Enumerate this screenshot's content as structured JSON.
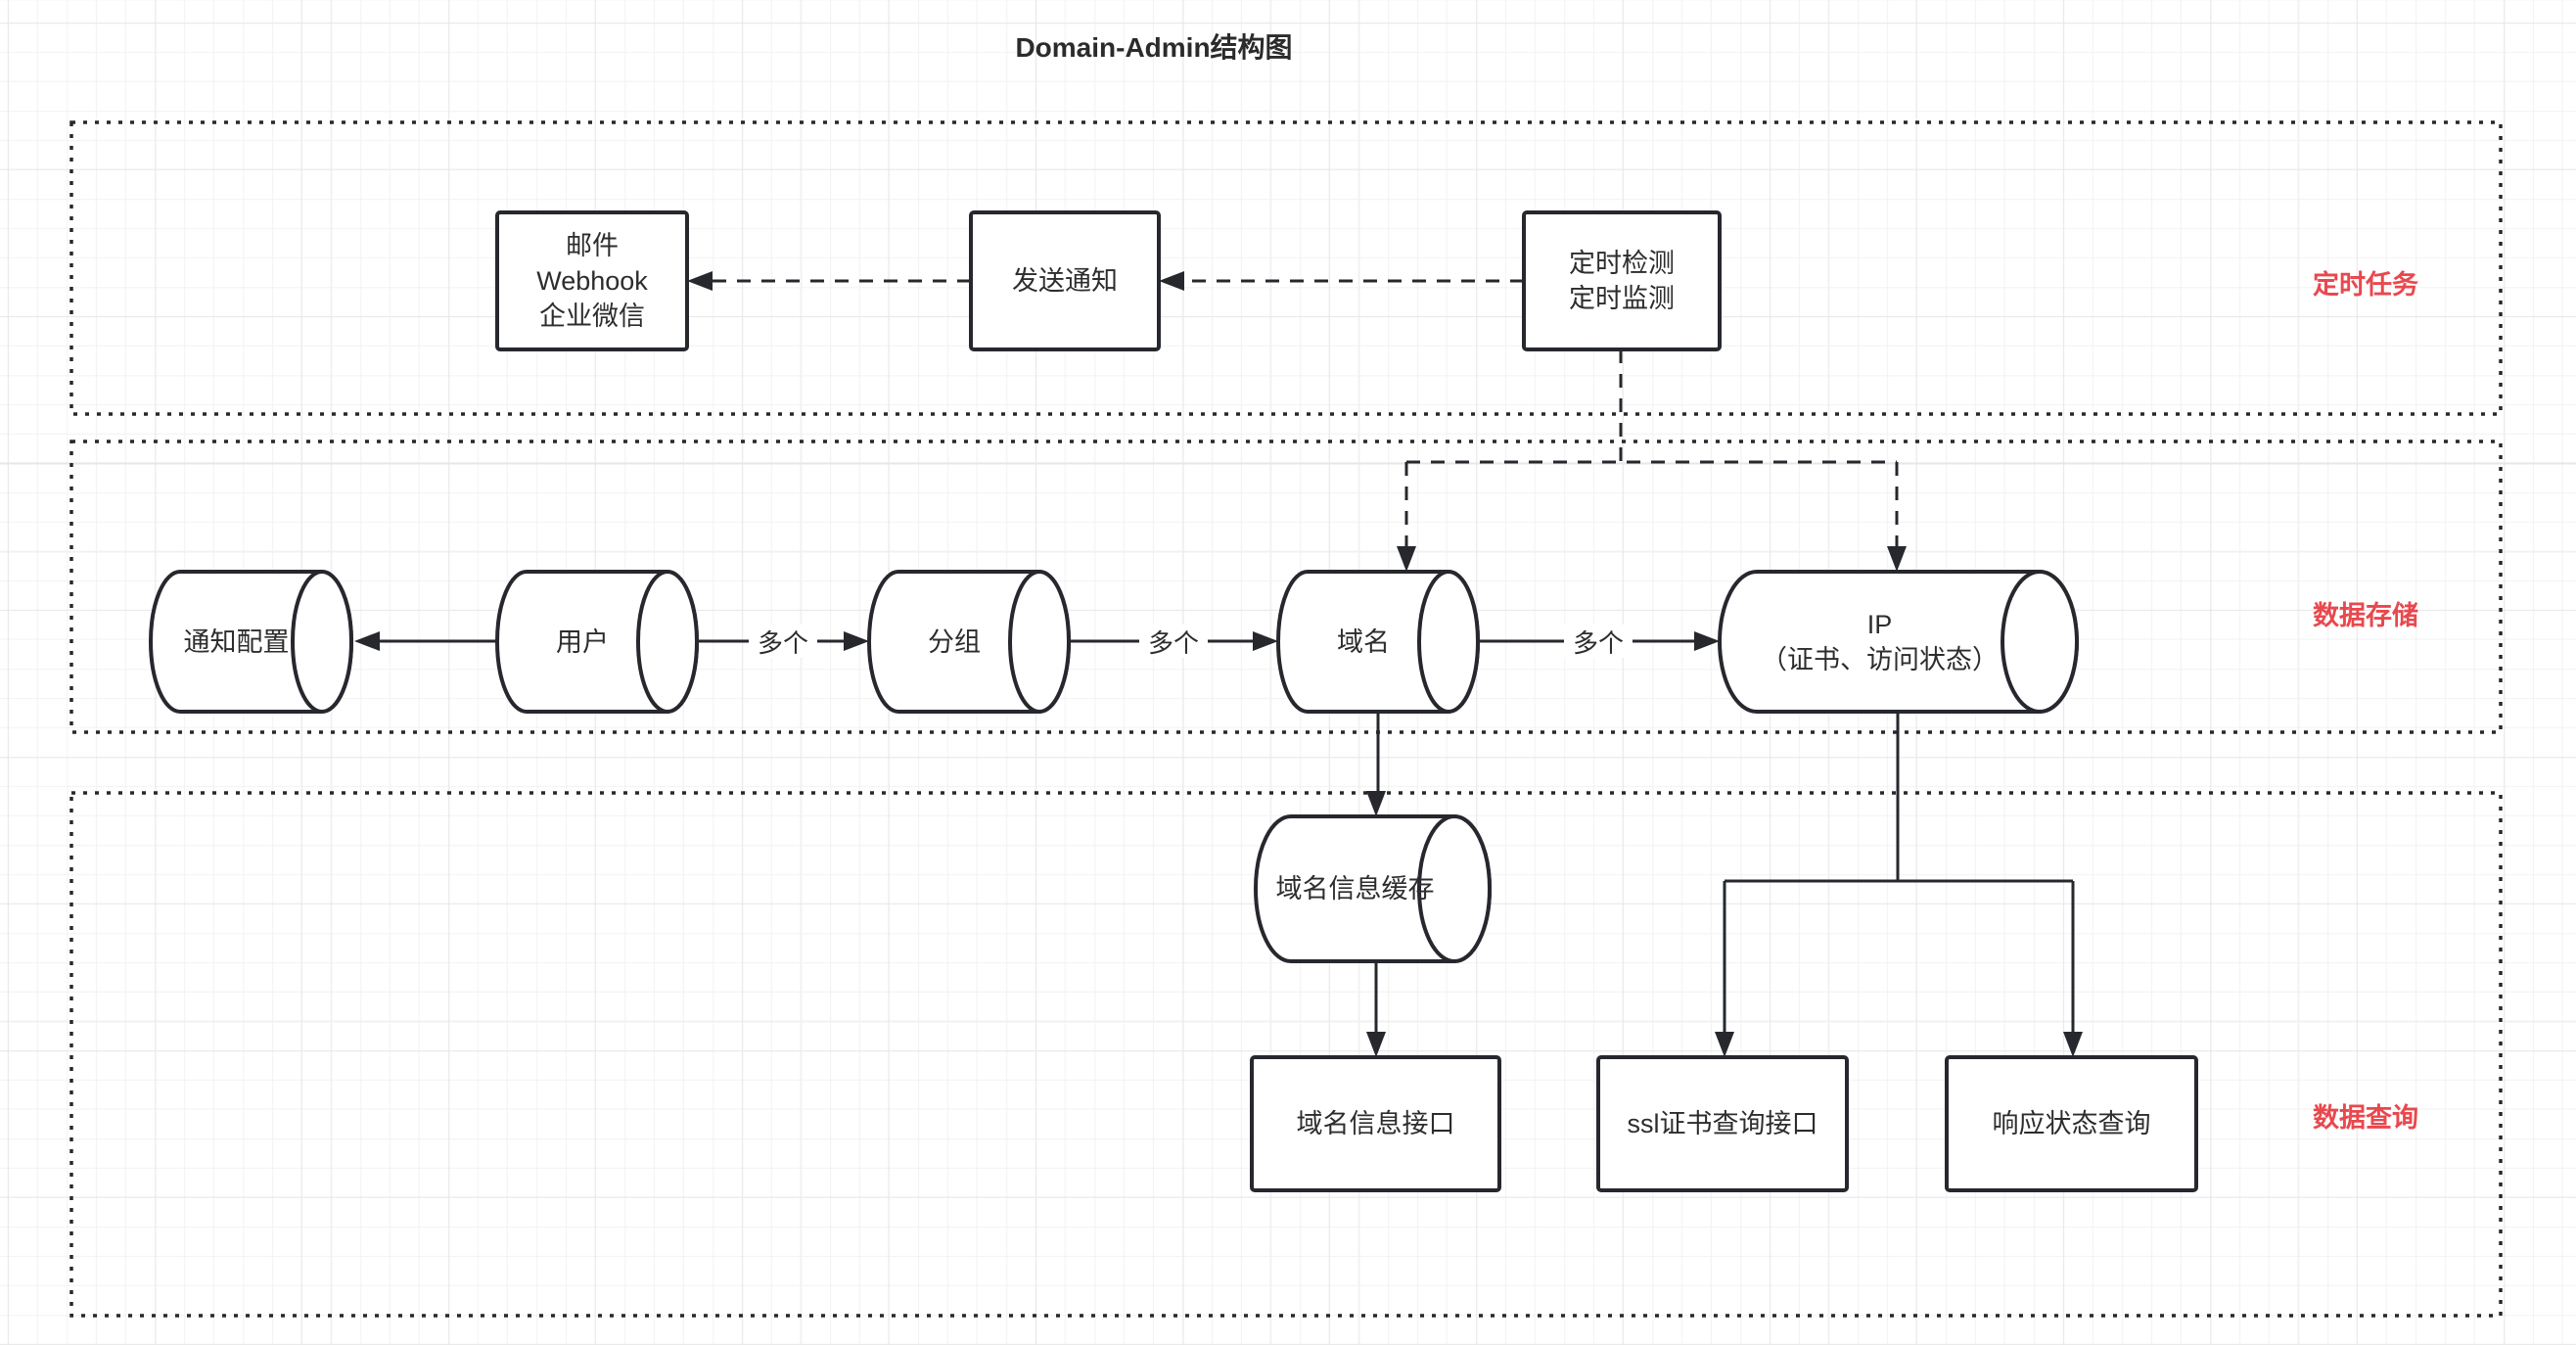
{
  "title": "Domain-Admin结构图",
  "colors": {
    "stroke": "#26282e",
    "section_label": "#e8484e",
    "background": "#ffffff"
  },
  "sections": {
    "scheduled_tasks": {
      "label": "定时任务"
    },
    "data_storage": {
      "label": "数据存储"
    },
    "data_query": {
      "label": "数据查询"
    }
  },
  "nodes": {
    "notify_channels": {
      "line1": "邮件",
      "line2": "Webhook",
      "line3": "企业微信"
    },
    "send_notify": {
      "label": "发送通知"
    },
    "timed_check": {
      "line1": "定时检测",
      "line2": "定时监测"
    },
    "notify_config": {
      "label": "通知配置"
    },
    "user": {
      "label": "用户"
    },
    "group": {
      "label": "分组"
    },
    "domain": {
      "label": "域名"
    },
    "ip": {
      "line1": "IP",
      "line2": "（证书、访问状态）"
    },
    "domain_cache": {
      "label": "域名信息缓存"
    },
    "domain_api": {
      "label": "域名信息接口"
    },
    "ssl_api": {
      "label": "ssl证书查询接口"
    },
    "status_api": {
      "label": "响应状态查询"
    }
  },
  "edge_labels": {
    "user_to_group": "多个",
    "group_to_domain": "多个",
    "domain_to_ip": "多个"
  }
}
